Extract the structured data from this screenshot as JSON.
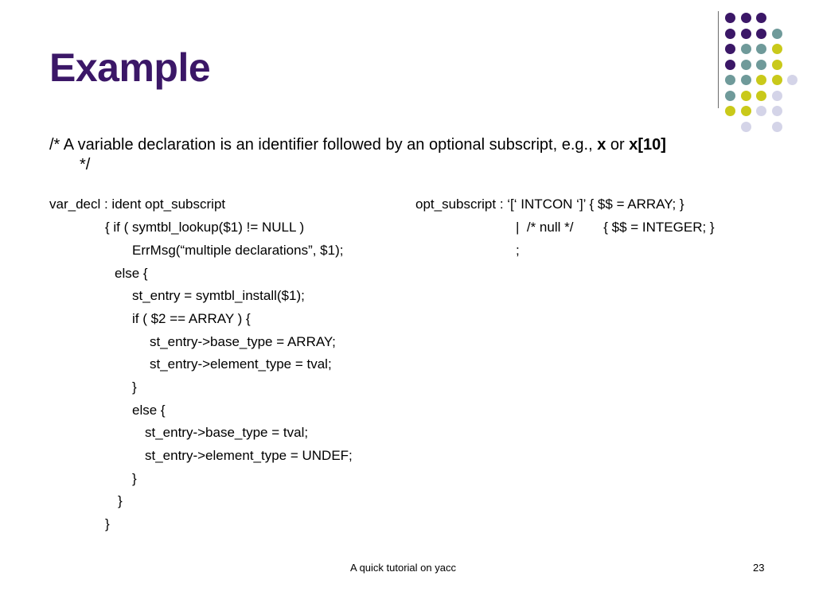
{
  "slide": {
    "title": "Example",
    "comment": {
      "prefix": "/* A variable declaration is an identifier followed by an optional subscript, e.g., ",
      "bold1": "x",
      "middle": " or ",
      "bold2": "x[10]",
      "suffix": "*/"
    },
    "left_code": [
      "var_decl : ident opt_subscript",
      "{ if ( symtbl_lookup($1) != NULL )",
      "ErrMsg(“multiple declarations”, $1);",
      "else {",
      "st_entry = symtbl_install($1);",
      "if ( $2 == ARRAY ) {",
      "st_entry->base_type = ARRAY;",
      "st_entry->element_type = tval;",
      "}",
      "else {",
      "st_entry->base_type = tval;",
      "st_entry->element_type = UNDEF;",
      "}",
      "}",
      "}"
    ],
    "right_code": [
      "opt_subscript : ‘[‘ INTCON ‘]’ { $$ = ARRAY; }",
      "|  /* null */        { $$ = INTEGER; }",
      ";"
    ],
    "footer": {
      "title": "A quick tutorial on yacc",
      "page": "23"
    }
  },
  "decoration": {
    "colors": {
      "purple": "#3b1767",
      "teal": "#6f9a9a",
      "yellow": "#c9c91a",
      "lavender": "#d4d4e8"
    },
    "grid": [
      [
        "purple",
        "purple",
        "purple",
        null,
        null
      ],
      [
        "purple",
        "purple",
        "purple",
        "teal",
        null
      ],
      [
        "purple",
        "teal",
        "teal",
        "yellow",
        null
      ],
      [
        "purple",
        "teal",
        "teal",
        "yellow",
        null
      ],
      [
        "teal",
        "teal",
        "yellow",
        "yellow",
        "lavender"
      ],
      [
        "teal",
        "yellow",
        "yellow",
        "lavender",
        null
      ],
      [
        "yellow",
        "yellow",
        "lavender",
        "lavender",
        null
      ],
      [
        null,
        "lavender",
        null,
        "lavender",
        null
      ]
    ]
  }
}
